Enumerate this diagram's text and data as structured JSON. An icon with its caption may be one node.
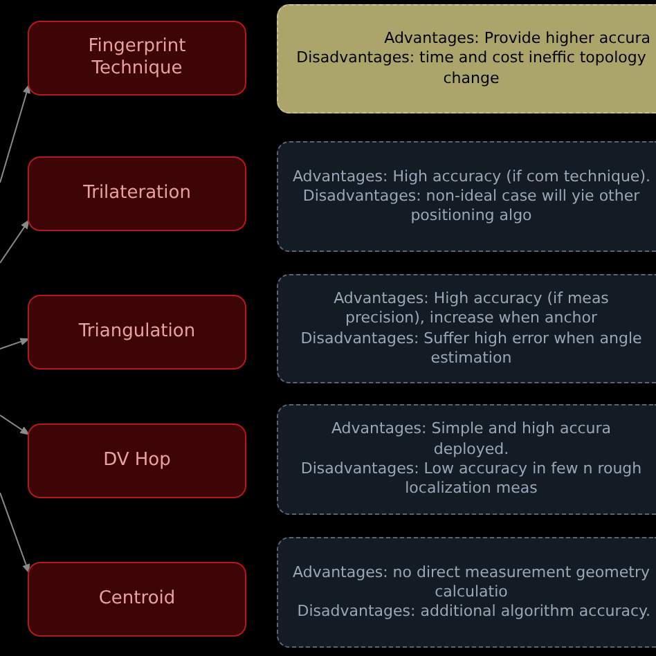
{
  "diagram": {
    "nodes": [
      {
        "text": [
          "Fingerprint Technique"
        ]
      },
      {
        "text": [
          "Advantages: Provide higher accura",
          "Disadvantages: time and cost ineffic topology change"
        ]
      },
      {
        "text": [
          "Trilateration"
        ]
      },
      {
        "text": [
          "Advantages: High accuracy (if com technique).",
          "Disadvantages: non-ideal case will yie other positioning algo"
        ]
      },
      {
        "text": [
          "Triangulation"
        ]
      },
      {
        "text": [
          "Advantages: High accuracy (if meas precision), increase when anchor",
          "Disadvantages: Suffer high error when angle estimation"
        ]
      },
      {
        "text": [
          "DV Hop"
        ]
      },
      {
        "text": [
          "Advantages: Simple and high accura deployed.",
          "Disadvantages: Low accuracy in few n rough localization meas"
        ]
      },
      {
        "text": [
          "Centroid"
        ]
      },
      {
        "text": [
          "Advantages: no direct measurement geometry calculatio",
          "Disadvantages: additional algorithm accuracy."
        ]
      }
    ],
    "edges": [
      {
        "from": null,
        "to": 0,
        "arrow": "to"
      },
      {
        "from": null,
        "to": 2,
        "arrow": "to"
      },
      {
        "from": null,
        "to": 4,
        "arrow": "to"
      },
      {
        "from": null,
        "to": 6,
        "arrow": "to"
      },
      {
        "from": null,
        "to": 8,
        "arrow": "to"
      }
    ]
  }
}
